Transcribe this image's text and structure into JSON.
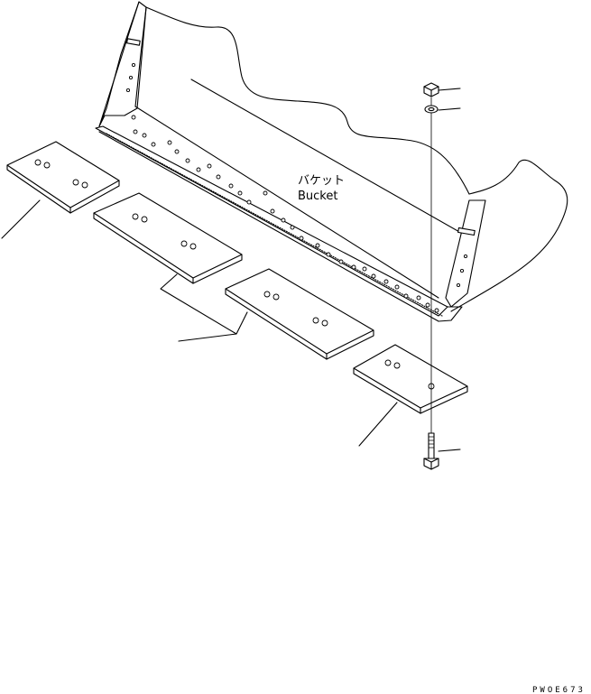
{
  "bucket_label": {
    "jp": "バケット",
    "en": "Bucket"
  },
  "drawing_code": "PWOE673"
}
